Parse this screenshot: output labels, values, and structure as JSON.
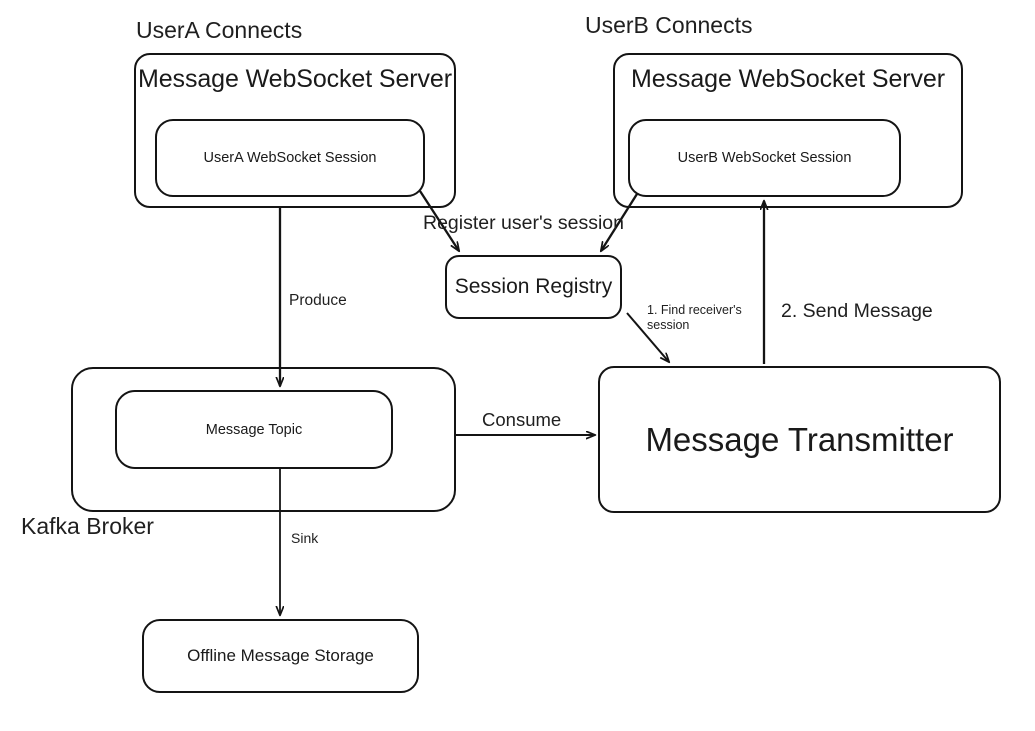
{
  "diagram": {
    "title": "Messaging architecture with WebSocket servers, Kafka and Message Transmitter",
    "stroke_color": "#141414",
    "text_color": "#1f1f1f",
    "background": "#ffffff"
  },
  "nodes": {
    "ws_server_a": {
      "title": "Message WebSocket Server",
      "session": "UserA WebSocket Session"
    },
    "ws_server_b": {
      "title": "Message WebSocket Server",
      "session": "UserB WebSocket Session"
    },
    "session_registry": {
      "title": "Session Registry"
    },
    "kafka": {
      "topic": "Message Topic"
    },
    "message_transmitter": {
      "title": "Message Transmitter"
    },
    "offline_storage": {
      "title": "Offline Message Storage"
    }
  },
  "labels": {
    "usera_connects": "UserA Connects",
    "userb_connects": "UserB Connects",
    "kafka_broker": "Kafka Broker",
    "register_session": "Register user's session",
    "produce": "Produce",
    "consume": "Consume",
    "sink": "Sink",
    "find_receiver_session": "1. Find receiver's session",
    "send_message": "2. Send Message"
  },
  "edges": [
    {
      "name": "usera-session-to-registry",
      "from": "UserA WebSocket Session",
      "to": "Session Registry",
      "label": "Register user's session"
    },
    {
      "name": "userb-session-to-registry",
      "from": "UserB WebSocket Session",
      "to": "Session Registry",
      "label": "Register user's session"
    },
    {
      "name": "usera-server-to-kafka",
      "from": "Message WebSocket Server (UserA)",
      "to": "Message Topic",
      "label": "Produce"
    },
    {
      "name": "kafka-to-transmitter",
      "from": "Kafka Broker",
      "to": "Message Transmitter",
      "label": "Consume"
    },
    {
      "name": "topic-to-offline-storage",
      "from": "Message Topic",
      "to": "Offline Message Storage",
      "label": "Sink"
    },
    {
      "name": "registry-to-transmitter",
      "from": "Session Registry",
      "to": "Message Transmitter",
      "label": "1. Find receiver's session"
    },
    {
      "name": "transmitter-to-userb-session",
      "from": "Message Transmitter",
      "to": "UserB WebSocket Session",
      "label": "2. Send Message"
    }
  ]
}
